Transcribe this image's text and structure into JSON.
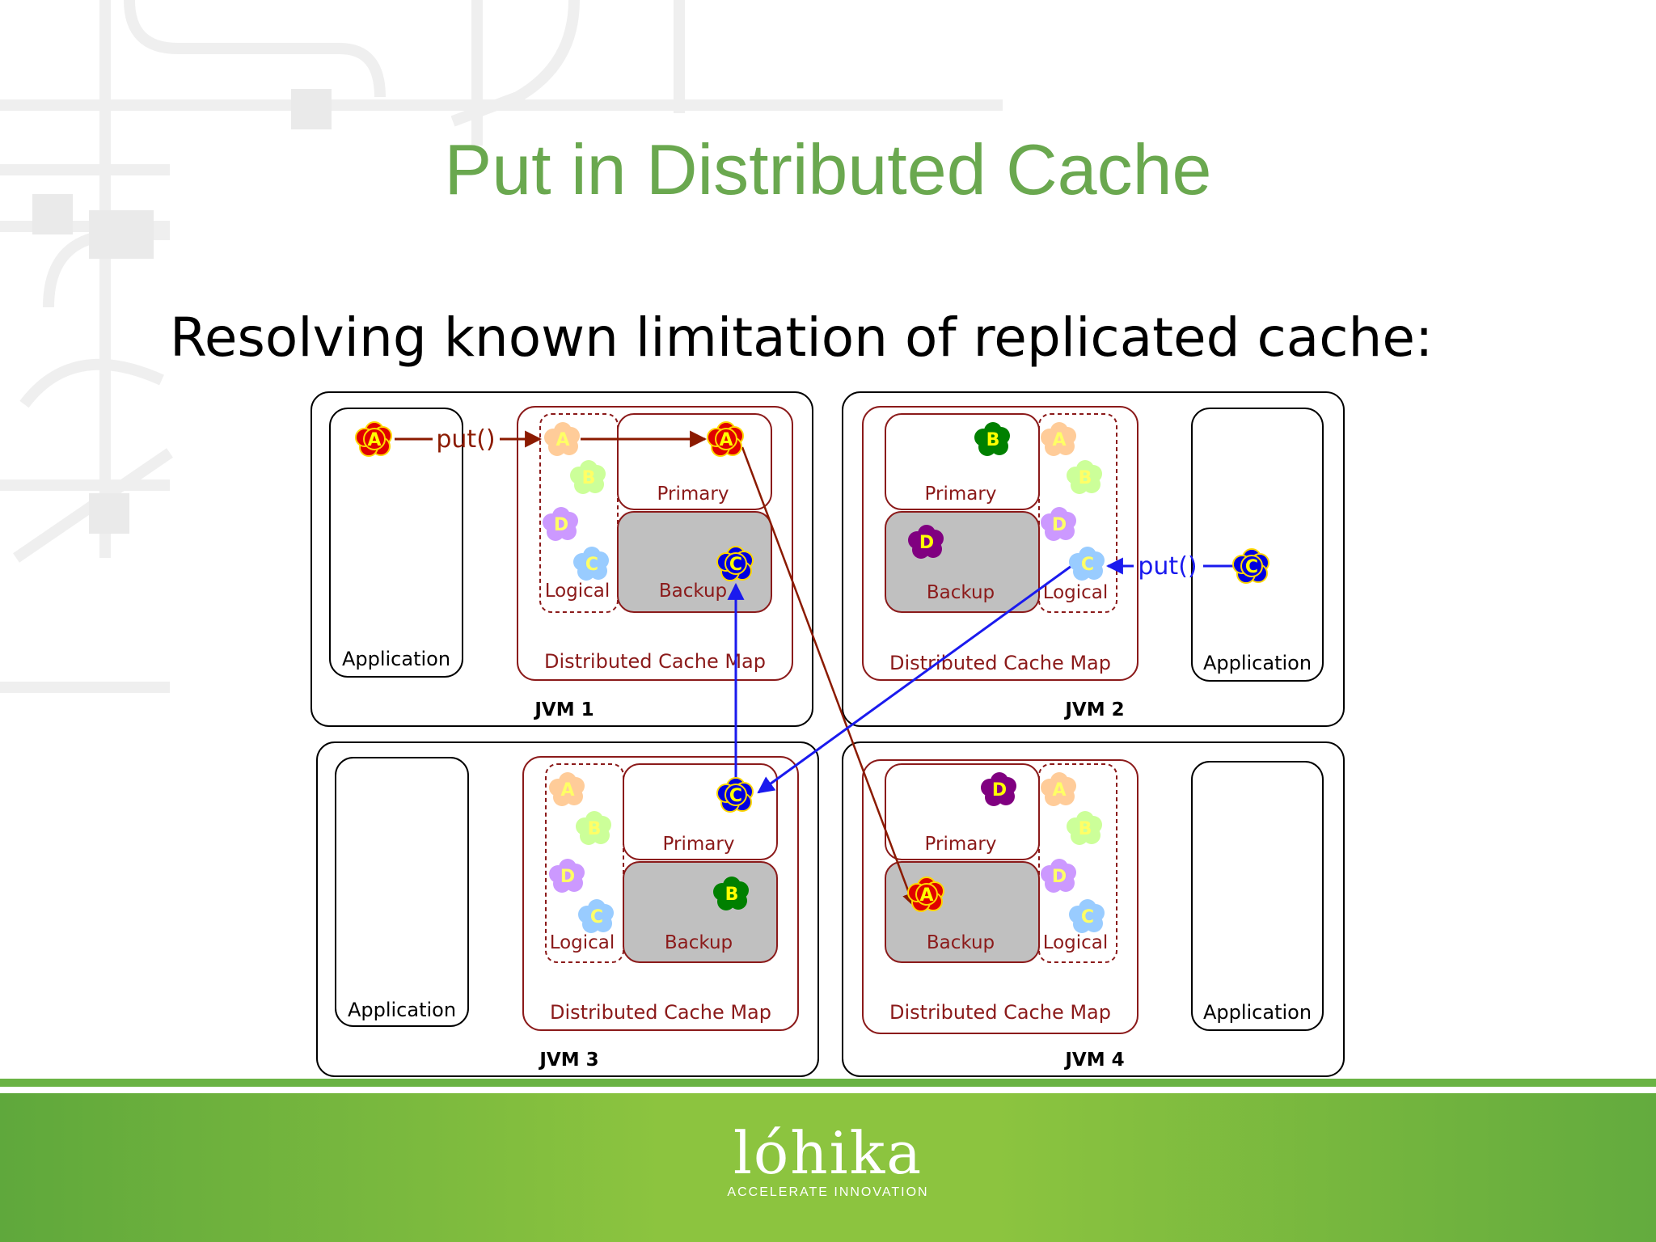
{
  "title": "Put in Distributed Cache",
  "subtitle": "Resolving known limitation of replicated cache:",
  "diagram": {
    "jvms": [
      {
        "label": "JVM  1"
      },
      {
        "label": "JVM  2"
      },
      {
        "label": "JVM 3"
      },
      {
        "label": "JVM 4"
      }
    ],
    "labels": {
      "application": "Application",
      "distributed_cache_map": "Distributed Cache Map",
      "primary": "Primary",
      "backup": "Backup",
      "logical": "Logical",
      "put": "put()"
    },
    "node_letters": {
      "a": "A",
      "b": "B",
      "c": "C",
      "d": "D"
    },
    "colors": {
      "a_active": "#e00000",
      "b_active": "#008000",
      "c_active": "#0000e0",
      "d_active": "#800080",
      "a_faded": "#ffcc99",
      "b_faded": "#ccff99",
      "c_faded": "#99ccff",
      "d_faded": "#cc99ff",
      "arrow_red": "#8b1a00",
      "arrow_blue": "#1a1aee",
      "map_border": "#8b1a1a",
      "backup_fill": "#c0c0c0"
    }
  },
  "footer": {
    "logo_text": "lóhika",
    "tagline": "ACCELERATE INNOVATION"
  }
}
